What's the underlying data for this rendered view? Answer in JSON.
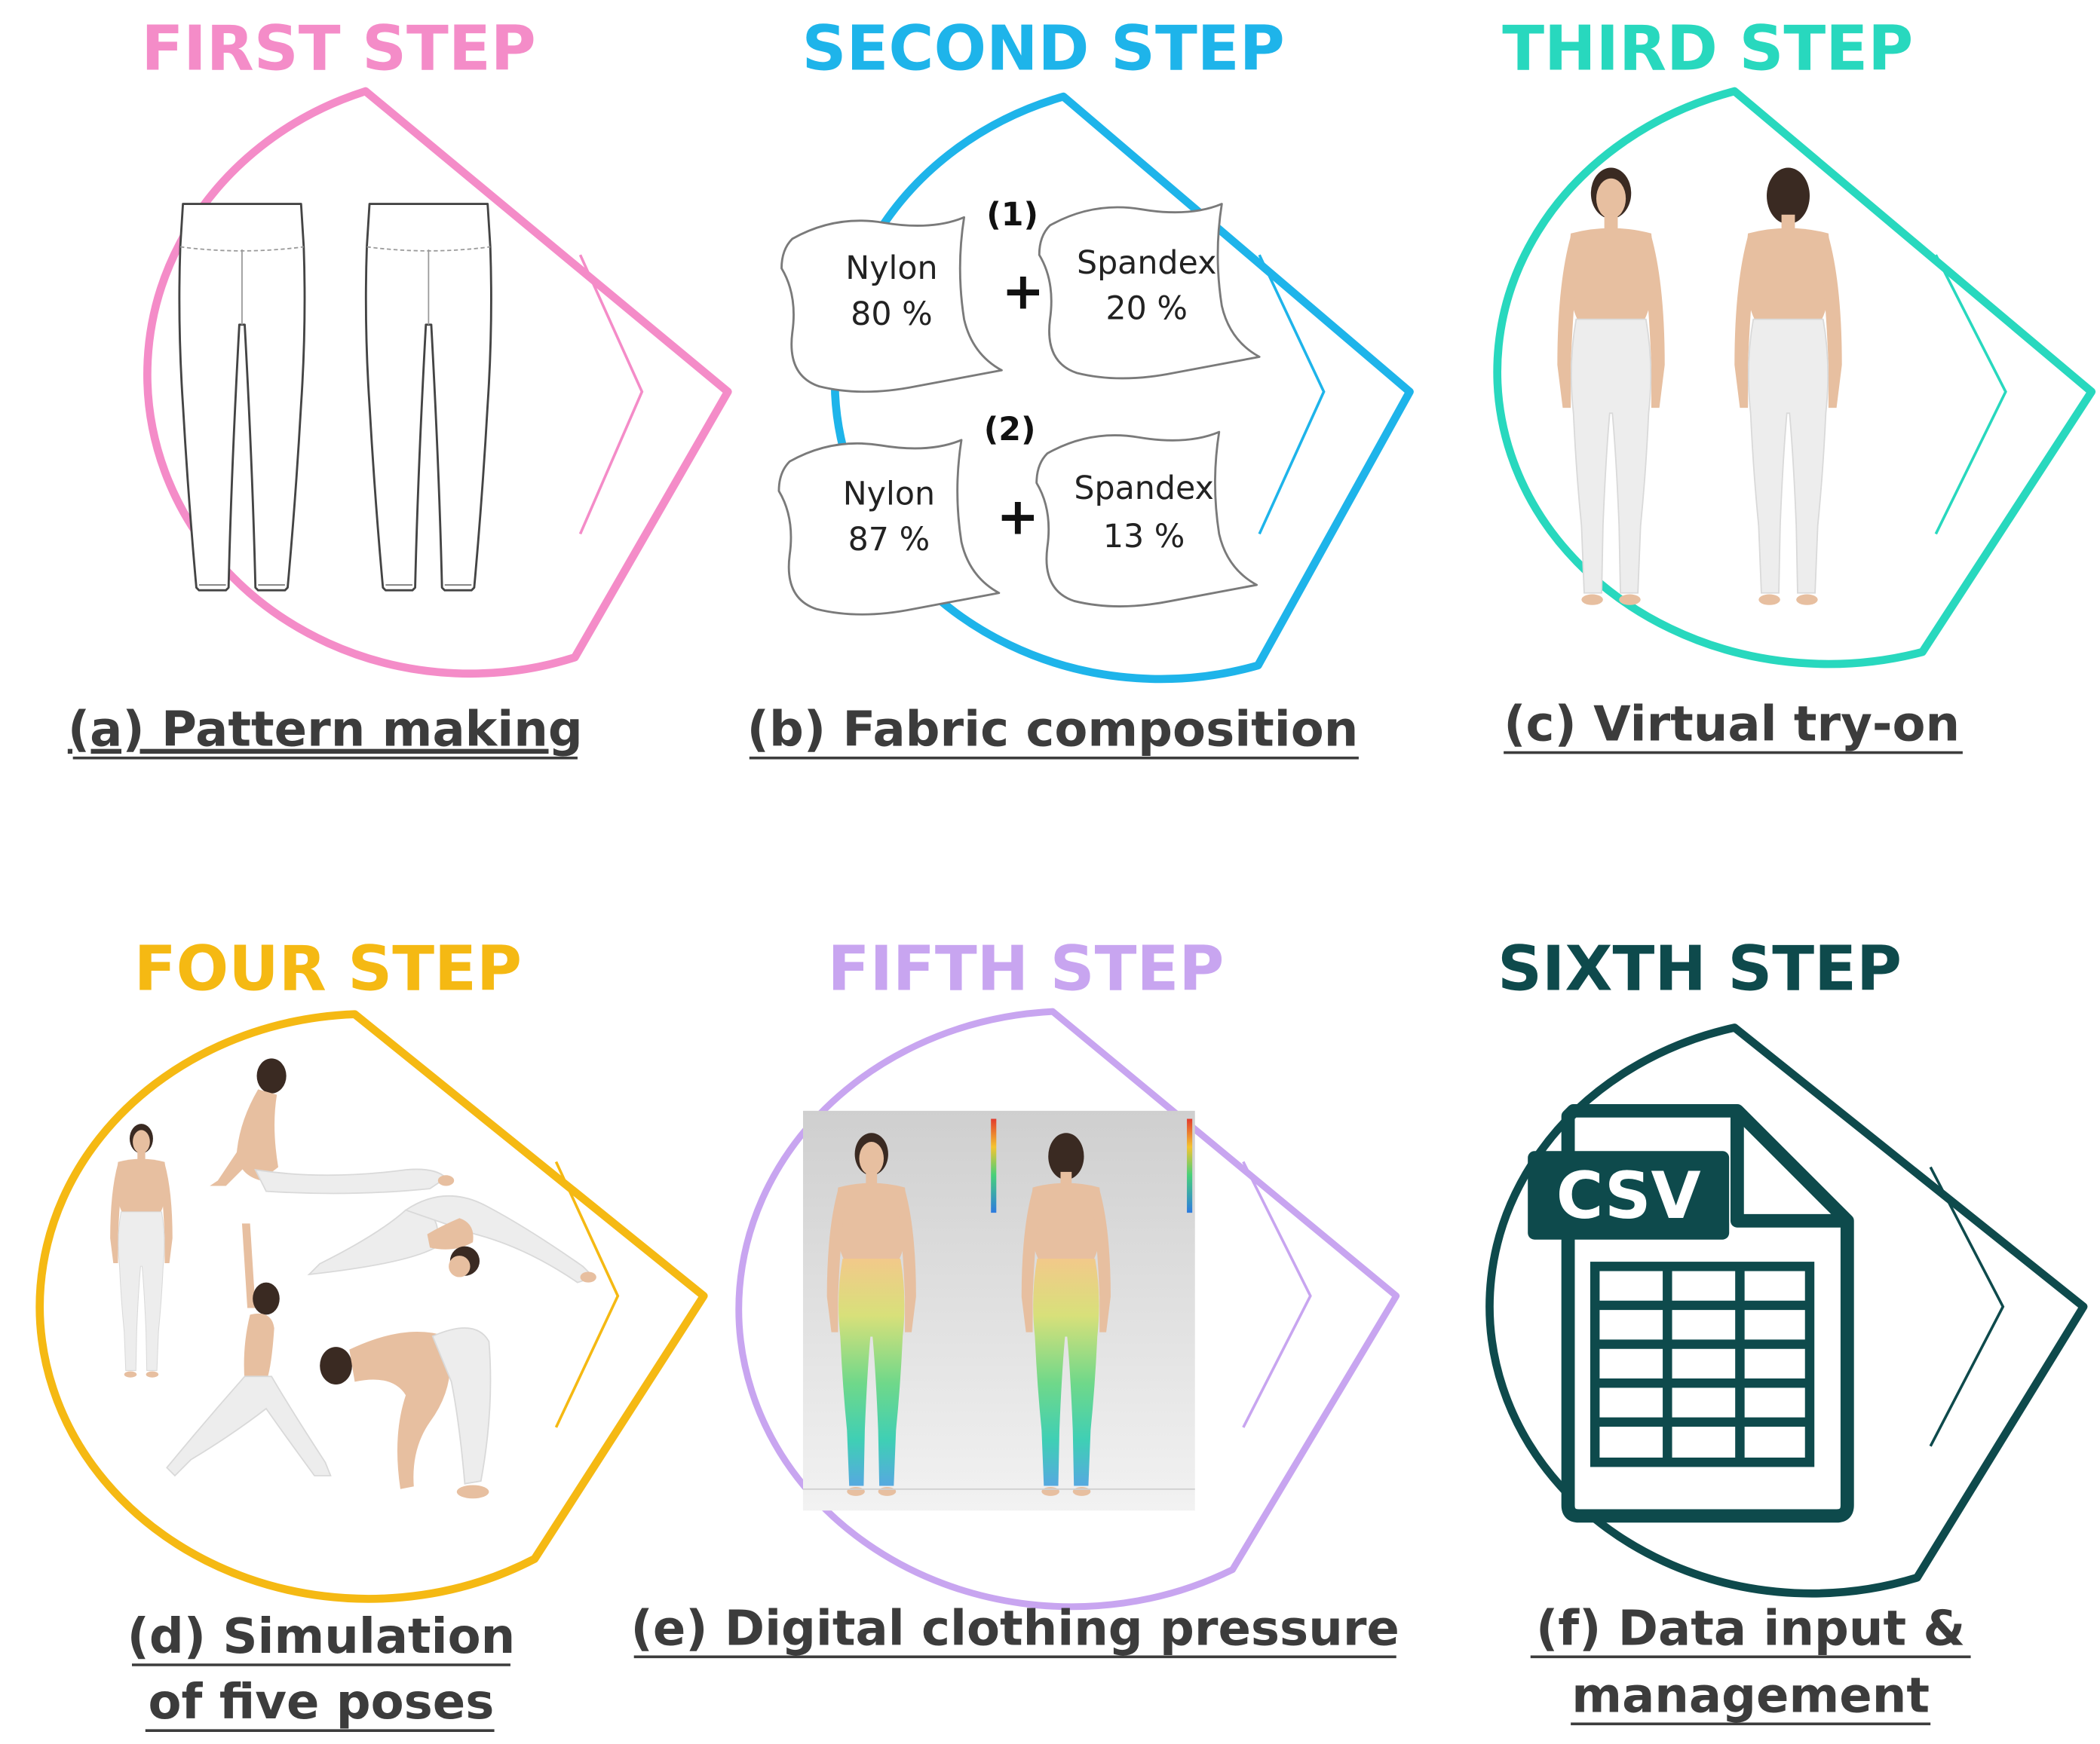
{
  "colors": {
    "pink": "#F48CC8",
    "blue": "#1EB4EA",
    "teal": "#28D8BE",
    "gold": "#F5B913",
    "lavender": "#C8A5F0",
    "darkteal": "#0E4A4C",
    "caption": "#3C3C3C",
    "skin": "#E7BFA0",
    "hair": "#3A2A22",
    "legging": "#EDEDED"
  },
  "steps": [
    {
      "id": "first",
      "title": "FIRST STEP",
      "caption": [
        "(a) Pattern making"
      ]
    },
    {
      "id": "second",
      "title": "SECOND STEP",
      "caption": [
        "(b) Fabric composition"
      ]
    },
    {
      "id": "third",
      "title": "THIRD STEP",
      "caption": [
        "(c) Virtual try-on"
      ]
    },
    {
      "id": "fourth",
      "title": "FOUR STEP",
      "caption": [
        "(d) Simulation",
        "of five poses"
      ]
    },
    {
      "id": "fifth",
      "title": "FIFTH STEP",
      "caption": [
        "(e) Digital clothing pressure"
      ]
    },
    {
      "id": "sixth",
      "title": "SIXTH STEP",
      "caption": [
        "(f) Data input &",
        "management"
      ]
    }
  ],
  "fabric": {
    "option1": {
      "marker": "(1)",
      "plus": "+",
      "a_name": "Nylon",
      "a_pct": "80 %",
      "b_name": "Spandex",
      "b_pct": "20 %"
    },
    "option2": {
      "marker": "(2)",
      "plus": "+",
      "a_name": "Nylon",
      "a_pct": "87 %",
      "b_name": "Spandex",
      "b_pct": "13 %"
    }
  },
  "csv": {
    "label": "CSV",
    "icon": "csv-file-icon"
  },
  "icons": [
    "leggings-pattern-front-icon",
    "leggings-pattern-back-icon",
    "avatar-front",
    "avatar-back",
    "csv-file-icon"
  ]
}
